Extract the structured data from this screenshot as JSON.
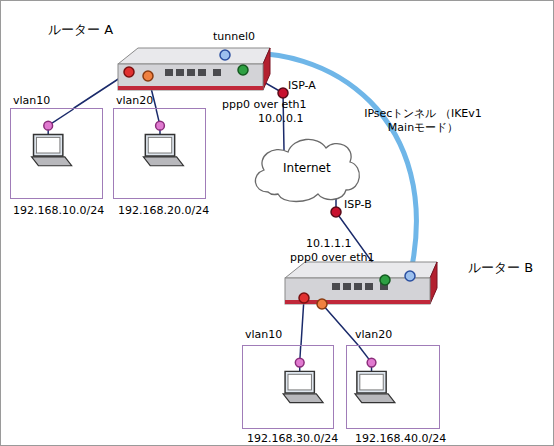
{
  "diagram": {
    "nodes": [
      {
        "text": [
          "ルーター A"
        ]
      },
      {
        "text": [
          "vlan10",
          "192.168.10.0/24"
        ]
      },
      {
        "text": [
          "vlan20",
          "192.168.20.0/24"
        ]
      },
      {
        "text": [
          "Internet"
        ]
      },
      {
        "text": [
          "ルーター B"
        ]
      },
      {
        "text": [
          "vlan10",
          "192.168.30.0/24"
        ]
      },
      {
        "text": [
          "vlan20",
          "192.168.40.0/24"
        ]
      }
    ],
    "edges": [
      {
        "from": 0,
        "to": 1,
        "arrow": "none"
      },
      {
        "from": 0,
        "to": 2,
        "arrow": "none"
      },
      {
        "from": 0,
        "to": 3,
        "arrow": "none"
      },
      {
        "from": 3,
        "to": 4,
        "arrow": "none"
      },
      {
        "from": 4,
        "to": 5,
        "arrow": "none"
      },
      {
        "from": 4,
        "to": 6,
        "arrow": "none"
      },
      {
        "from": 0,
        "to": 4,
        "arrow": "none",
        "label": "IPsecトンネル （IKEv1 Mainモード）"
      }
    ],
    "labels": [
      "tunnel0",
      "ppp0 over eth1",
      "10.0.0.1",
      "ISP-A",
      "ISP-B",
      "10.1.1.1",
      "ppp0 over eth1"
    ]
  }
}
